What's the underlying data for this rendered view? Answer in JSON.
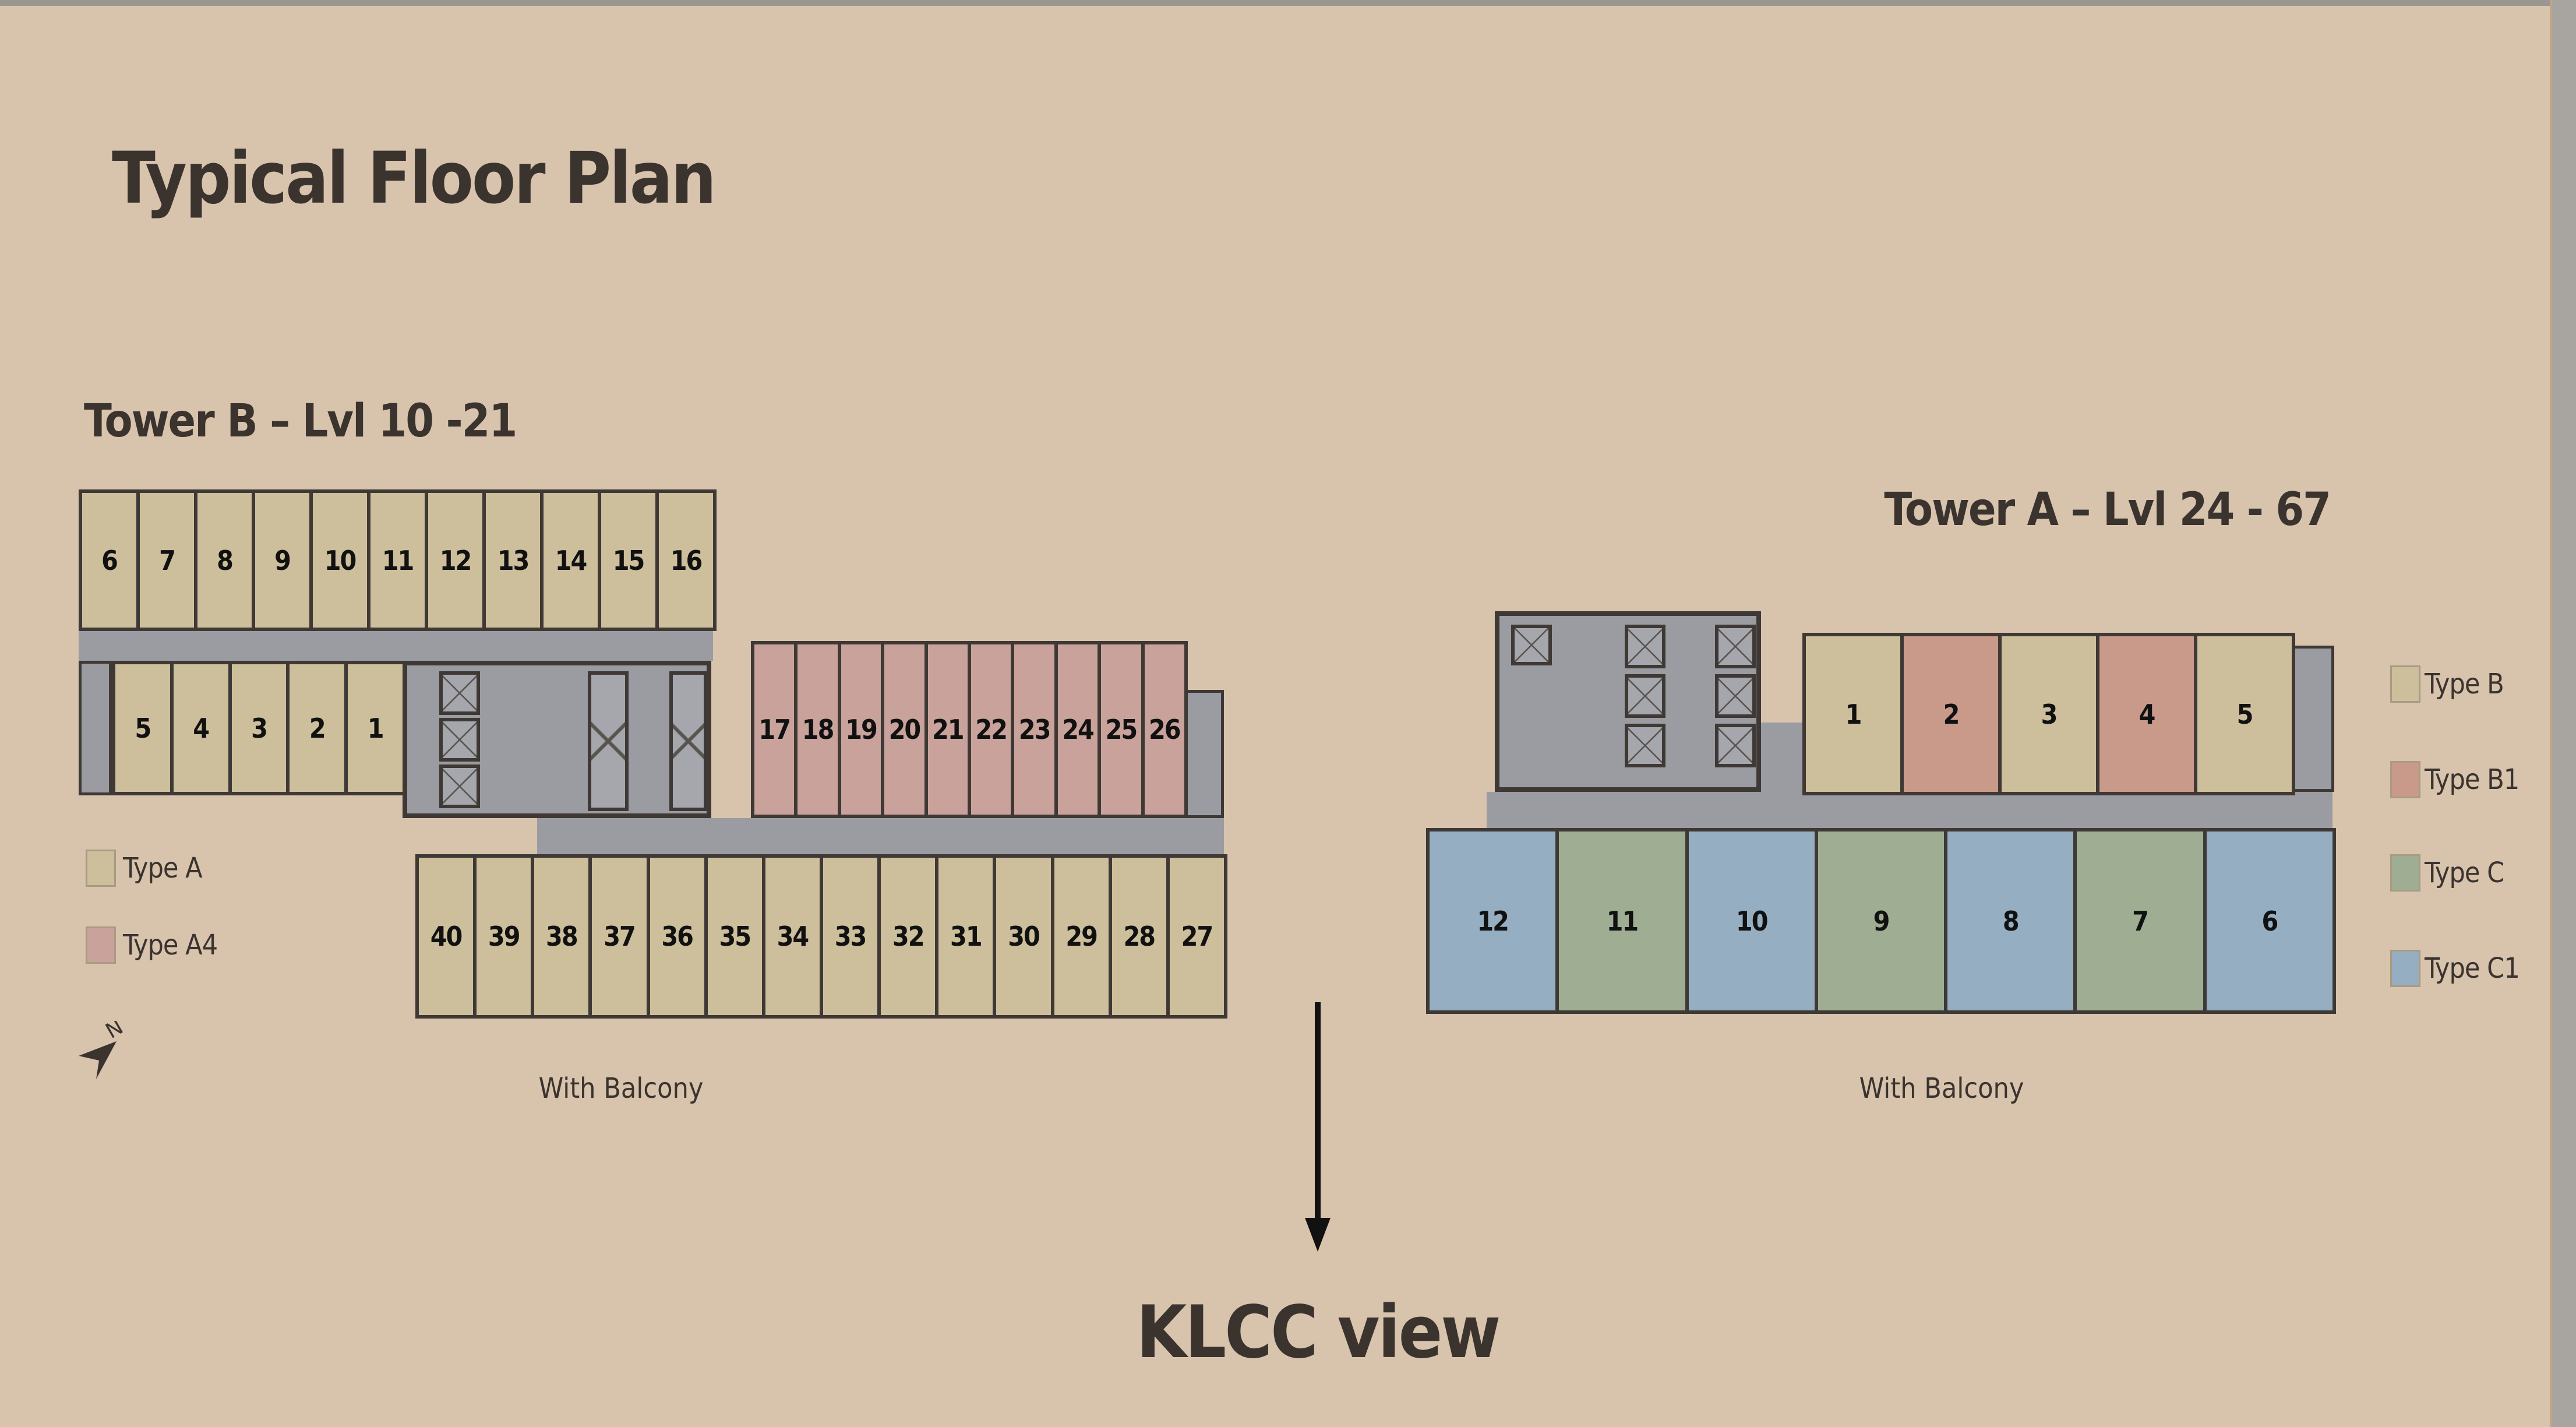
{
  "title": "Typical Floor Plan",
  "colors": {
    "background": "#d8c3ad",
    "type_a": "#cdbf9b",
    "type_a4": "#c9a39b",
    "type_b": "#cdbf9b",
    "type_b1": "#c99a8a",
    "type_c": "#9fae93",
    "type_c1": "#96aec1",
    "corridor": "#9b9ca2",
    "wall": "#3f3935"
  },
  "tower_b": {
    "title": "Tower B – Lvl 10 -21",
    "caption": "With Balcony",
    "rows": {
      "top": [
        "6",
        "7",
        "8",
        "9",
        "10",
        "11",
        "12",
        "13",
        "14",
        "15",
        "16"
      ],
      "middle": [
        "5",
        "4",
        "3",
        "2",
        "1"
      ],
      "a4": [
        "17",
        "18",
        "19",
        "20",
        "21",
        "22",
        "23",
        "24",
        "25",
        "26"
      ],
      "bottom": [
        "40",
        "39",
        "38",
        "37",
        "36",
        "35",
        "34",
        "33",
        "32",
        "31",
        "30",
        "29",
        "28",
        "27"
      ]
    },
    "legend": [
      {
        "label": "Type A",
        "color": "#cdbf9b"
      },
      {
        "label": "Type A4",
        "color": "#c9a39b"
      }
    ],
    "north_icon": "north-arrow-icon"
  },
  "tower_a": {
    "title": "Tower A – Lvl 24 - 67",
    "caption": "With Balcony",
    "top": [
      {
        "n": "1",
        "type": "type_b"
      },
      {
        "n": "2",
        "type": "type_b1"
      },
      {
        "n": "3",
        "type": "type_b"
      },
      {
        "n": "4",
        "type": "type_b1"
      },
      {
        "n": "5",
        "type": "type_b"
      }
    ],
    "bottom": [
      {
        "n": "12",
        "type": "type_c1"
      },
      {
        "n": "11",
        "type": "type_c"
      },
      {
        "n": "10",
        "type": "type_c1"
      },
      {
        "n": "9",
        "type": "type_c"
      },
      {
        "n": "8",
        "type": "type_c1"
      },
      {
        "n": "7",
        "type": "type_c"
      },
      {
        "n": "6",
        "type": "type_c1"
      }
    ],
    "legend": [
      {
        "label": "Type B",
        "color": "#cdbf9b"
      },
      {
        "label": "Type B1",
        "color": "#c99a8a"
      },
      {
        "label": "Type C",
        "color": "#9fae93"
      },
      {
        "label": "Type C1",
        "color": "#96aec1"
      }
    ]
  },
  "view_label": "KLCC view"
}
